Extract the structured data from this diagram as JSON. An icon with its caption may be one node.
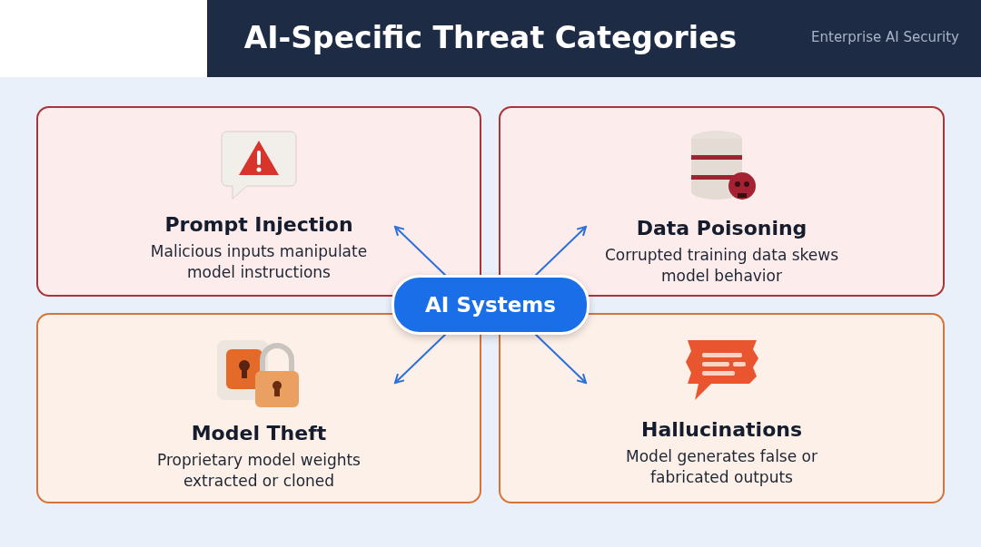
{
  "diagram": {
    "title": "AI-Specific Threat Categories",
    "nodes": [
      {
        "text": [
          "Prompt Injection",
          "Malicious inputs manipulate model instructions"
        ]
      },
      {
        "text": [
          "Data Poisoning",
          "Corrupted training data skews model behavior"
        ]
      },
      {
        "text": [
          "AI Systems"
        ]
      },
      {
        "text": [
          "Model Theft",
          "Proprietary model weights extracted or cloned"
        ]
      },
      {
        "text": [
          "Hallucinations",
          "Model generates false or fabricated outputs"
        ]
      }
    ],
    "edges": [
      {
        "from": 2,
        "to": 0,
        "arrow": "to"
      },
      {
        "from": 2,
        "to": 1,
        "arrow": "to"
      },
      {
        "from": 2,
        "to": 3,
        "arrow": "to"
      },
      {
        "from": 2,
        "to": 4,
        "arrow": "to"
      }
    ],
    "labels": [
      "Enterprise AI Security"
    ]
  }
}
